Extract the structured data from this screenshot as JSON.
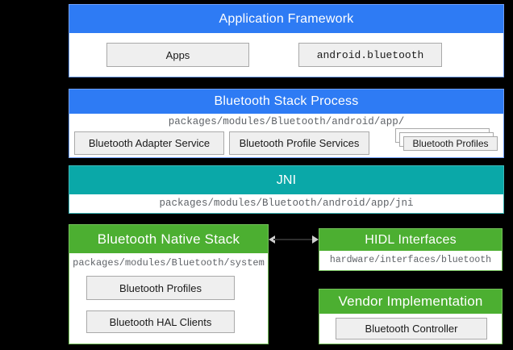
{
  "colors": {
    "bg": "#000000",
    "blue": "#2e7bf4",
    "teal": "#0aa8a8",
    "green": "#4caf31",
    "box_fill": "#efefef",
    "box_border": "#a9a9a9",
    "path_text": "#5f6368"
  },
  "sections": {
    "application_framework": {
      "title": "Application Framework",
      "apps_label": "Apps",
      "api_label": "android.bluetooth"
    },
    "bluetooth_stack_process": {
      "title": "Bluetooth Stack Process",
      "path": "packages/modules/Bluetooth/android/app/",
      "adapter_service_label": "Bluetooth Adapter Service",
      "profile_services_label": "Bluetooth Profile Services",
      "profiles_stack_label": "Bluetooth Profiles"
    },
    "jni": {
      "title": "JNI",
      "path": "packages/modules/Bluetooth/android/app/jni"
    },
    "bluetooth_native_stack": {
      "title": "Bluetooth Native Stack",
      "path": "packages/modules/Bluetooth/system",
      "profiles_label": "Bluetooth Profiles",
      "hal_clients_label": "Bluetooth HAL Clients"
    },
    "hidl_interfaces": {
      "title": "HIDL Interfaces",
      "path": "hardware/interfaces/bluetooth"
    },
    "vendor_implementation": {
      "title": "Vendor Implementation",
      "controller_label": "Bluetooth Controller"
    }
  }
}
